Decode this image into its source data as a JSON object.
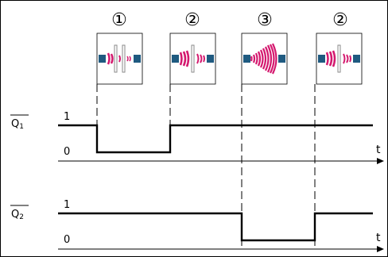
{
  "columns": [
    {
      "number": "①",
      "state": "two-plates-small-waves"
    },
    {
      "number": "②",
      "state": "single-plate-waves"
    },
    {
      "number": "③",
      "state": "no-plate-large-waves"
    },
    {
      "number": "②",
      "state": "single-plate-waves"
    }
  ],
  "signals": [
    {
      "name": "Q",
      "sub": "1",
      "high_label": "1",
      "low_label": "0",
      "axis_label": "t",
      "levels": [
        1,
        0,
        1,
        1,
        1
      ]
    },
    {
      "name": "Q",
      "sub": "2",
      "high_label": "1",
      "low_label": "0",
      "axis_label": "t",
      "levels": [
        1,
        1,
        1,
        0,
        1
      ]
    }
  ],
  "colors": {
    "wave": "#d4186e",
    "block": "#1f5a80",
    "plate": "#8a8a8a",
    "line": "#000000"
  }
}
